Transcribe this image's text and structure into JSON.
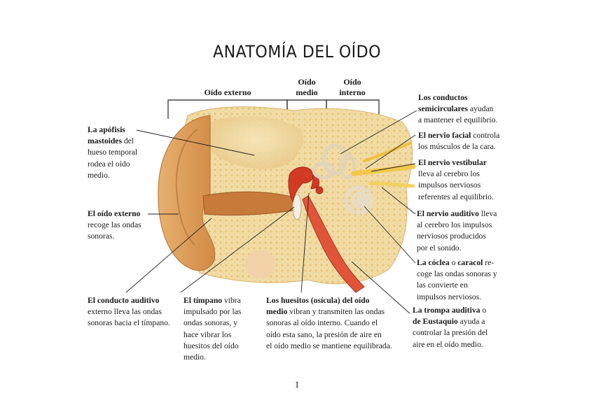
{
  "title": "ANATOMÍA DEL OÍDO",
  "regions": {
    "externo": "Oído externo",
    "medio_1": "Oído",
    "medio_2": "medio",
    "interno_1": "Oído",
    "interno_2": "interno"
  },
  "labels": {
    "apofisis": {
      "b1": "La apófisis",
      "b2": "mastoides",
      "t2": " del",
      "t3": "hueso temporal",
      "t4": "rodea el oído",
      "t5": "medio."
    },
    "externo": {
      "b1": "El oído externo",
      "t2": "recoge las ondas",
      "t3": "sonoras."
    },
    "conducto": {
      "b1": "El conducto auditivo",
      "t2": "externo lleva las ondas",
      "t3": "sonoras hacia el tímpano."
    },
    "timpano": {
      "b1": "El tímpano",
      "t1": " vibra",
      "t2": "impulsado por las",
      "t3": "ondas sonoras, y",
      "t4": "hace vibrar los",
      "t5": "huesitos del oído",
      "t6": "medio."
    },
    "huesitos": {
      "b1": "Los huesitos (osícula) del oído",
      "b2": "medio",
      "t2": " vibran y transmiten las ondas",
      "t3": "sonoras al oído interno. Cuando el",
      "t4": "oído esta sano, la presión de aire en",
      "t5": "el oído medio se mantiene equilibrada."
    },
    "semicirculares": {
      "b1": "Los conductos",
      "b2": "semicirculares",
      "t2": " ayudan",
      "t3": "a mantener el equilibrio."
    },
    "facial": {
      "b1": "El nervio facial",
      "t1": " controla",
      "t2": "los músculos de la cara."
    },
    "vestibular": {
      "b1": "El nervio vestibular",
      "t2": "lleva al cerebro los",
      "t3": "impulsos nerviosos",
      "t4": "referentes al equilibrio."
    },
    "auditivo": {
      "b1": "El nervio auditivo",
      "t1": " lleva",
      "t2": "al cerebro los impulsos",
      "t3": "nerviosos producidos",
      "t4": "por el sonido."
    },
    "coclea": {
      "b1": "La cóclea",
      "t1a": " o ",
      "b1b": "caracol",
      "t1": " re-",
      "t2": "coge las ondas sonoras y",
      "t3": "las convierte en",
      "t4": "impulsos nerviosos."
    },
    "trompa": {
      "b1": "La trompa auditiva",
      "t1": " o",
      "b2": "de Eustaquio",
      "t2": " ayuda a",
      "t3": "controlar la presión del",
      "t4": "aire en el oído medio."
    }
  },
  "page_number": "1"
}
